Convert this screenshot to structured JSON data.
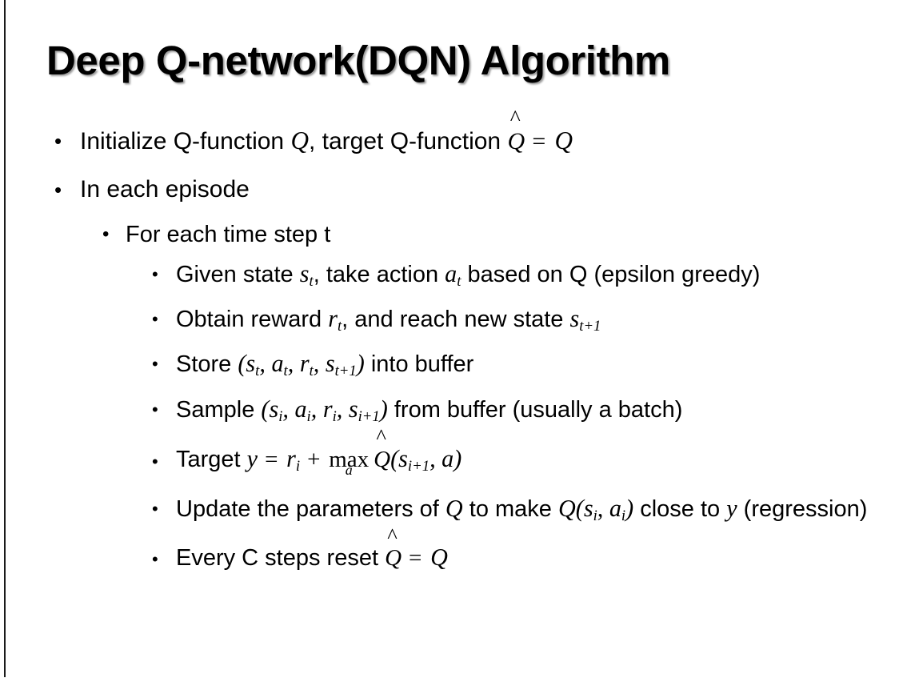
{
  "slide": {
    "title": "Deep Q-network(DQN) Algorithm",
    "background_color": "#ffffff",
    "text_color": "#000000",
    "rule_color": "#1a1a1a",
    "bullet_glyph": "•",
    "content": [
      {
        "level": 1,
        "name": "initialize-q-function",
        "plain_text": "Initialize Q-function Q, target Q-function Q̂ = Q",
        "segments": {
          "lead": "Initialize Q-function ",
          "q1": "Q",
          "mid": ", target Q-function ",
          "qhat": "Q",
          "hat": "^",
          "eq": "=",
          "q2": "Q"
        }
      },
      {
        "level": 1,
        "name": "in-each-episode",
        "plain_text": "In each episode",
        "segments": {
          "lead": "In each episode"
        }
      },
      {
        "level": 2,
        "name": "for-each-time-step",
        "plain_text": "For each time step t",
        "segments": {
          "lead": "For each time step t"
        }
      },
      {
        "level": 3,
        "name": "given-state-take-action",
        "plain_text": "Given state s_t, take action a_t based on Q (epsilon greedy)",
        "segments": {
          "lead": "Given state ",
          "s": "s",
          "s_sub": "t",
          "mid": ", take action ",
          "a": "a",
          "a_sub": "t",
          "tail": " based on Q (epsilon greedy)"
        }
      },
      {
        "level": 3,
        "name": "obtain-reward-reach-new-state",
        "plain_text": "Obtain reward r_t, and reach new state s_t+1",
        "segments": {
          "lead": "Obtain reward ",
          "r": "r",
          "r_sub": "t",
          "mid": ", and reach new state ",
          "s": "s",
          "s_sub": "t+1"
        }
      },
      {
        "level": 3,
        "name": "store-into-buffer",
        "plain_text": "Store (s_t, a_t, r_t, s_t+1) into buffer",
        "segments": {
          "lead": "Store ",
          "open": "(",
          "s": "s",
          "s_sub": "t",
          "c1": ", ",
          "a": "a",
          "a_sub": "t",
          "c2": ", ",
          "r": "r",
          "r_sub": "t",
          "c3": ", ",
          "s2": "s",
          "s2_sub": "t+1",
          "close": ")",
          "tail": " into buffer"
        }
      },
      {
        "level": 3,
        "name": "sample-from-buffer",
        "plain_text": "Sample (s_i, a_i, r_i, s_i+1) from buffer (usually a batch)",
        "segments": {
          "lead": "Sample ",
          "open": "(",
          "s": "s",
          "s_sub": "i",
          "c1": ", ",
          "a": "a",
          "a_sub": "i",
          "c2": ", ",
          "r": "r",
          "r_sub": "i",
          "c3": ", ",
          "s2": "s",
          "s2_sub": "i+1",
          "close": ")",
          "tail": " from buffer (usually a batch)"
        }
      },
      {
        "level": 3,
        "name": "target-equation",
        "plain_text": "Target y = r_i + max_a Q̂(s_i+1, a)",
        "segments": {
          "lead": "Target ",
          "y": "y",
          "eq": "=",
          "r": "r",
          "r_sub": "i",
          "plus": "+",
          "max": "max",
          "max_sub": "a",
          "qhat": "Q",
          "hat": "^",
          "open": "(",
          "s": "s",
          "s_sub": "i+1",
          "comma": ", ",
          "a": "a",
          "close": ")"
        }
      },
      {
        "level": 3,
        "name": "update-parameters",
        "plain_text": "Update the parameters of Q to make Q(s_i, a_i) close to y (regression)",
        "segments": {
          "lead": "Update the parameters of ",
          "q1": "Q",
          "mid": " to make ",
          "q2": "Q",
          "open": "(",
          "s": "s",
          "s_sub": "i",
          "comma": ", ",
          "a": "a",
          "a_sub": "i",
          "close": ")",
          "tail": " close to ",
          "y": "y",
          "tail2": " (regression)"
        }
      },
      {
        "level": 3,
        "name": "reset-target-network",
        "plain_text": "Every C steps reset Q̂ = Q",
        "segments": {
          "lead": "Every C steps reset ",
          "qhat": "Q",
          "hat": "^",
          "eq": "=",
          "q": "Q"
        }
      }
    ]
  }
}
